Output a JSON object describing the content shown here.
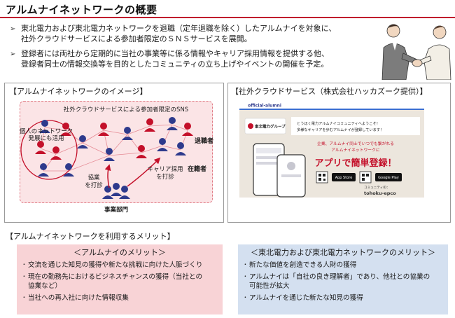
{
  "title": "アルムナイネットワークの概要",
  "bullets": [
    {
      "lines": [
        "東北電力および東北電力ネットワークを退職（定年退職を除く）したアルムナイを対象に、",
        "社外クラウドサービスによる参加者限定のＳＮＳサービスを展開。"
      ]
    },
    {
      "lines": [
        "登録者には両社から定期的に当社の事業等に係る情報やキャリア採用情報を提供する他、",
        "登録者同士の情報交換等を目的としたコミュニティの立ち上げやイベントの開催を予定。"
      ]
    }
  ],
  "image_panel": {
    "label": "【アルムナイネットワークのイメージ】",
    "sns_label": "社外クラウドサービスによる参加者限定のSNS",
    "personal_network": [
      "個人のネットワーク",
      "発展にも活用"
    ],
    "retired_label": "退職者",
    "employee_label": "在籍者",
    "outreach_label": [
      "協業",
      "を打診"
    ],
    "career_label": [
      "キャリア採用",
      "を打診"
    ],
    "department_label": "事業部門"
  },
  "service_panel": {
    "label": "【社外クラウドサービス（株式会社ハッカズーク提供）】",
    "site_label": "official-alumni",
    "brand_name": "東北電力グループ",
    "welcome": [
      "とうほく電力アルムナイコミュニティへようこそ！",
      "多様なキャリアを歩むアルムナイが登録しています！"
    ],
    "invite": [
      "企業、アルムナイ同士でいつでも繋がれる",
      "アルムナイネットワークに"
    ],
    "app_register": "アプリで簡単登録！",
    "app_store": "App Store",
    "google_play": "Google Play",
    "community_id_label": "コミュニティID：",
    "community_id": "tohoku-epco"
  },
  "merits_heading": "【アルムナイネットワークを利用するメリット】",
  "alumni_merits": {
    "title": "＜アルムナイのメリット＞",
    "items": [
      {
        "lines": [
          "交流を通じた知見の獲得や新たな挑戦に向けた人脈づくり"
        ]
      },
      {
        "lines": [
          "現在の勤務先におけるビジネスチャンスの獲得（当社との",
          "協業など）"
        ]
      },
      {
        "lines": [
          "当社への再入社に向けた情報収集"
        ]
      }
    ]
  },
  "company_merits": {
    "title": "＜東北電力および東北電力ネットワークのメリット＞",
    "items": [
      {
        "lines": [
          "新たな価値を創造できる人財の獲得"
        ]
      },
      {
        "lines": [
          "アルムナイは「自社の良き理解者」であり、他社との協業の",
          "可能性が拡大"
        ]
      },
      {
        "lines": [
          "アルムナイを通じた新たな知見の獲得"
        ]
      }
    ]
  },
  "colors": {
    "accent_red": "#c0122c",
    "alumni_red": "#c4102a",
    "employee_navy": "#2e3a8c",
    "alumni_bg": "#f8d3d6",
    "company_bg": "#d4e0f0"
  }
}
